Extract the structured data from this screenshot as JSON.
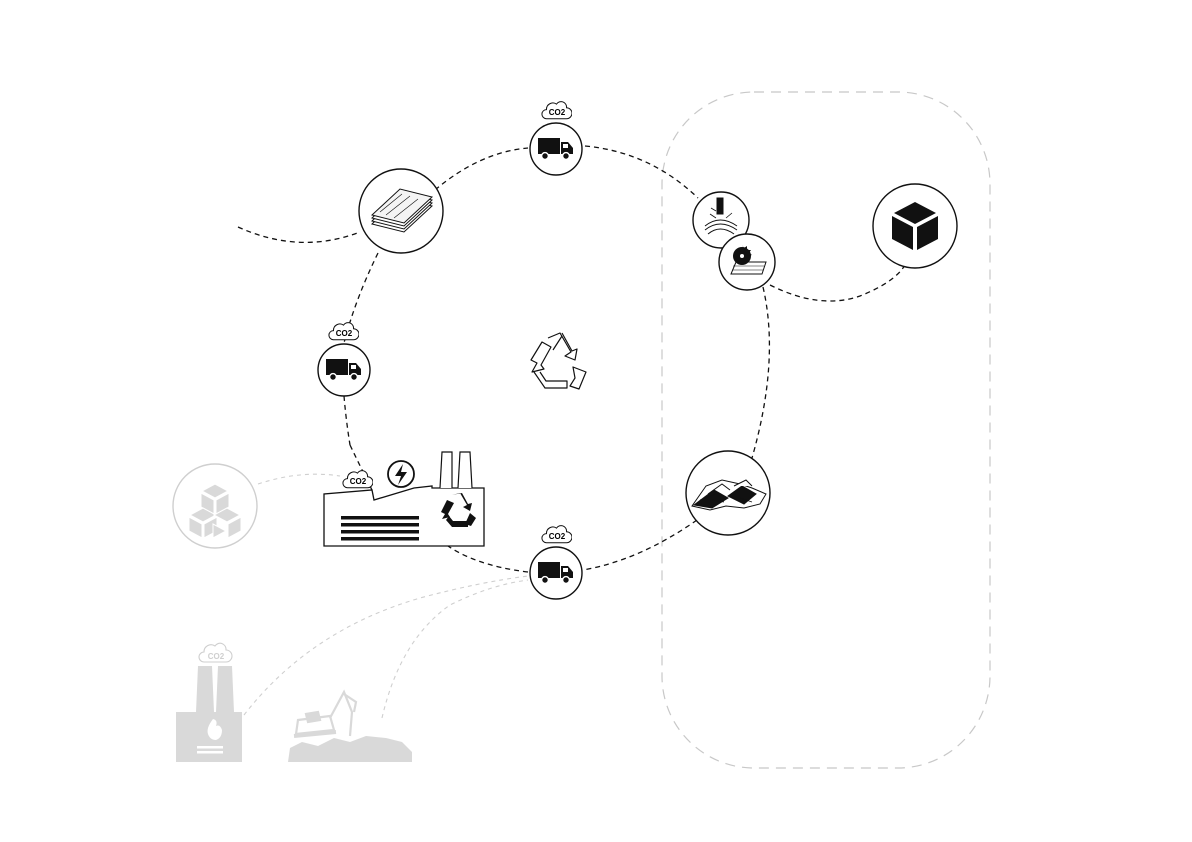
{
  "co2_labels": {
    "truck_top": "CO2",
    "truck_left": "CO2",
    "factory": "CO2",
    "truck_bottom": "CO2",
    "incinerator": "CO2"
  },
  "colors": {
    "stroke": "#111111",
    "faded": "#cfcfcf",
    "faded_fill": "#d9d9d9",
    "zone_border": "#c8c8c8"
  },
  "icons": [
    "stacked-panels-icon",
    "delivery-truck-icon",
    "drill-wood-icon",
    "circular-saw-wood-icon",
    "solid-cube-icon",
    "recycle-icon",
    "recycling-factory-icon",
    "lightning-power-icon",
    "wood-debris-pile-icon",
    "cube-stack-icon",
    "incinerator-icon",
    "excavator-icon"
  ]
}
